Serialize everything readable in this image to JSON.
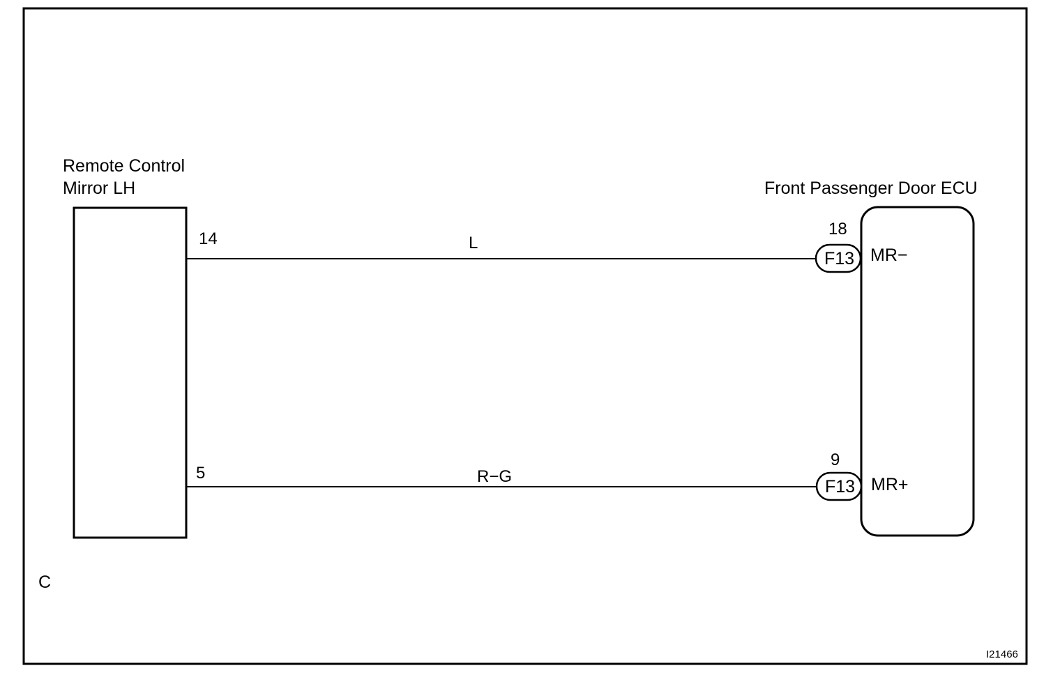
{
  "left_component": {
    "name_line1": "Remote Control",
    "name_line2": "Mirror LH"
  },
  "right_component": {
    "name": "Front Passenger Door ECU"
  },
  "wires": [
    {
      "left_pin": "14",
      "color_code": "L",
      "right_pin": "18",
      "connector": "F13",
      "terminal": "MR−"
    },
    {
      "left_pin": "5",
      "color_code": "R−G",
      "right_pin": "9",
      "connector": "F13",
      "terminal": "MR+"
    }
  ],
  "corner_letter": "C",
  "figure_id": "I21466",
  "colors": {
    "line": "#000000",
    "background": "#ffffff"
  }
}
